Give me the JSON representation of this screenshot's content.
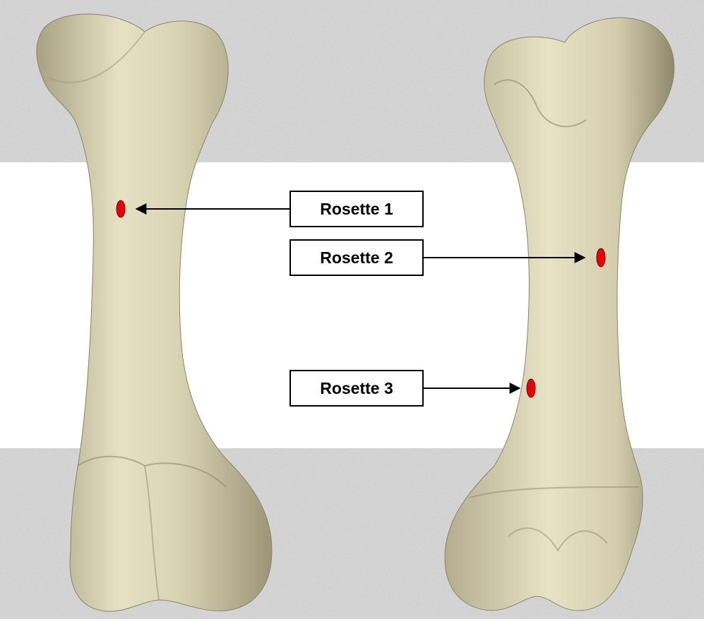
{
  "rosettes": [
    {
      "id": 1,
      "label": "Rosette 1"
    },
    {
      "id": 2,
      "label": "Rosette 2"
    },
    {
      "id": 3,
      "label": "Rosette 3"
    }
  ],
  "colors": {
    "bone": "#d9d4b4",
    "bone_highlight": "#efeacc",
    "bone_shadow": "#a8a184",
    "marker": "#e8000b",
    "arrow": "#000000",
    "background_band": "#d6d6d6",
    "middle_band": "#ffffff"
  }
}
